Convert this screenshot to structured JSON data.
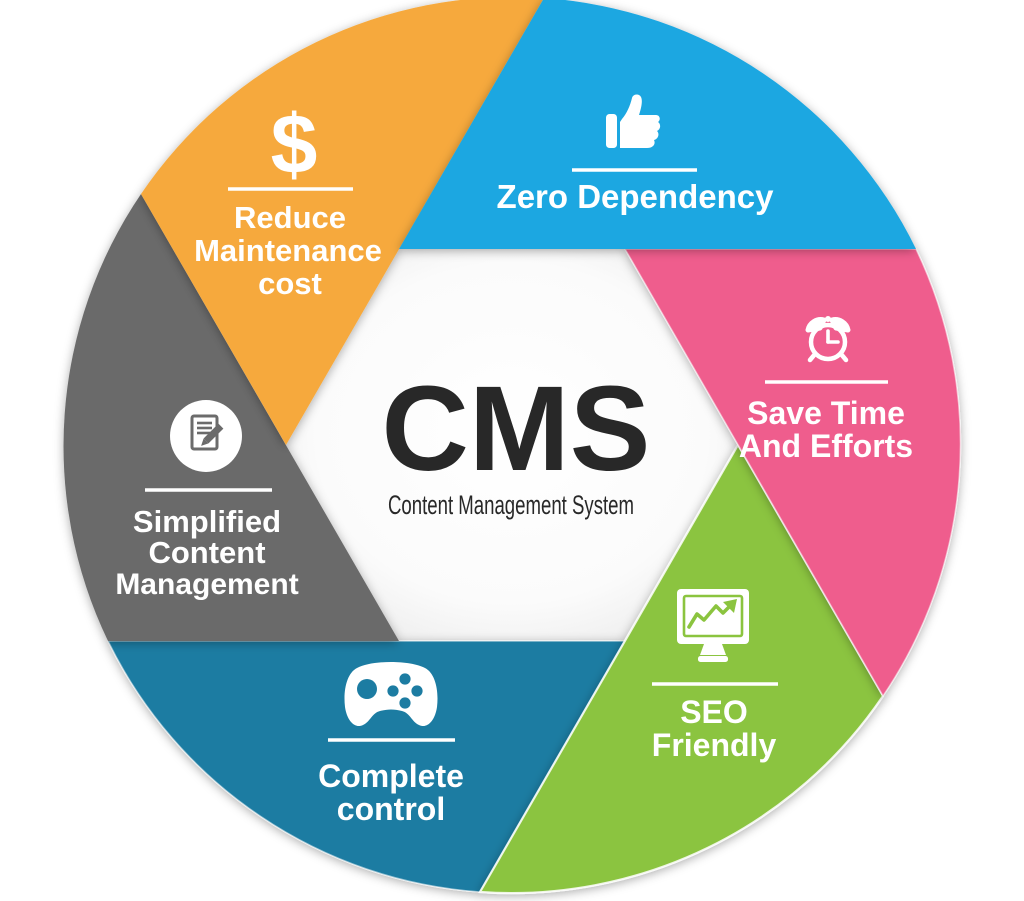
{
  "title": {
    "main": "CMS",
    "subtitle": "Content Management System",
    "text_color": "#282828"
  },
  "colors": {
    "label_text": "#FFFFFF",
    "divider": "#FFFFFF",
    "center_fill": "#FFFFFF",
    "icon_fill": "#FFFFFF"
  },
  "segments": [
    {
      "id": "reduce-maintenance-cost",
      "color": "#F6A93C",
      "icon": "dollar-icon",
      "dollar_glyph": "$",
      "lines": [
        "Reduce",
        "Maintenance",
        "cost"
      ]
    },
    {
      "id": "zero-dependency",
      "color": "#1FA7E1",
      "icon": "thumbs-up-icon",
      "lines": [
        "Zero Dependency"
      ]
    },
    {
      "id": "save-time-and-efforts",
      "color": "#EF5D8D",
      "icon": "alarm-clock-icon",
      "lines": [
        "Save Time",
        "And Efforts"
      ]
    },
    {
      "id": "seo-friendly",
      "color": "#8BC43F",
      "icon": "monitor-chart-icon",
      "lines": [
        "SEO",
        "Friendly"
      ]
    },
    {
      "id": "complete-control",
      "color": "#1C7CA2",
      "icon": "gamepad-icon",
      "lines": [
        "Complete",
        "control"
      ]
    },
    {
      "id": "simplified-content-management",
      "color": "#6B6B6B",
      "icon": "document-edit-icon",
      "lines": [
        "Simplified",
        "Content",
        "Management"
      ]
    }
  ]
}
